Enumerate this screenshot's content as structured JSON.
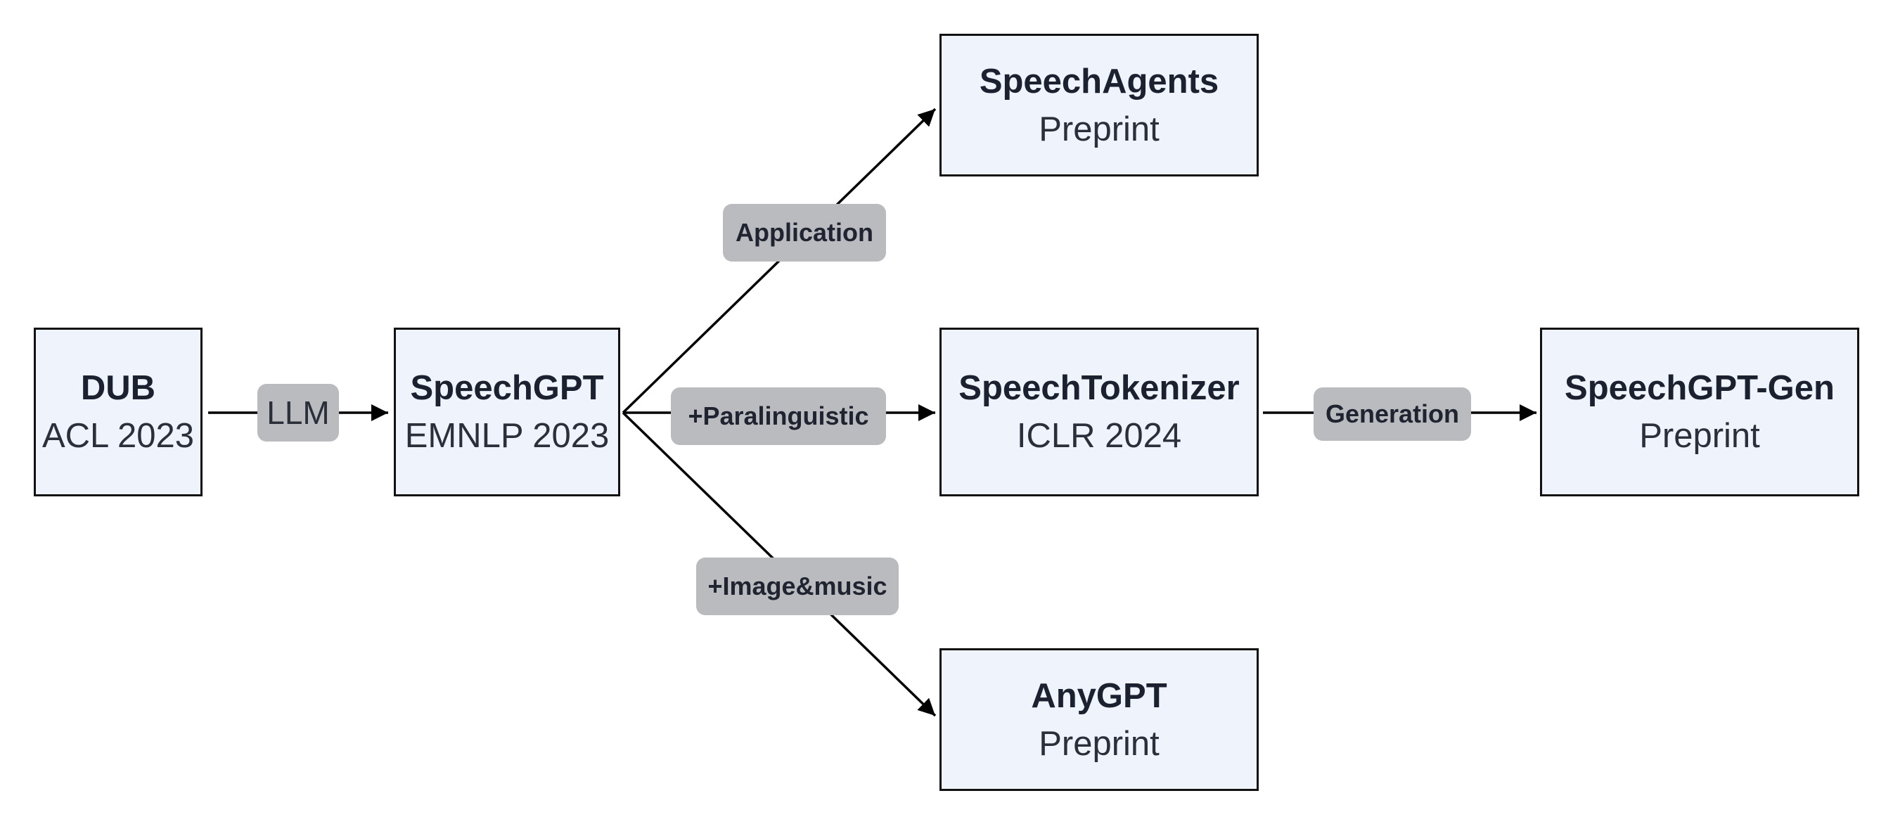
{
  "nodes": {
    "dub": {
      "title": "DUB",
      "venue": "ACL 2023"
    },
    "speechgpt": {
      "title": "SpeechGPT",
      "venue": "EMNLP 2023"
    },
    "speechagents": {
      "title": "SpeechAgents",
      "venue": "Preprint"
    },
    "speechtokenizer": {
      "title": "SpeechTokenizer",
      "venue": "ICLR 2024"
    },
    "anygpt": {
      "title": "AnyGPT",
      "venue": "Preprint"
    },
    "speechgpt_gen": {
      "title": "SpeechGPT-Gen",
      "venue": "Preprint"
    }
  },
  "edges": {
    "llm": "LLM",
    "application": "Application",
    "paralinguistic": "+Paralinguistic",
    "image_music": "+Image&music",
    "generation": "Generation"
  },
  "colors": {
    "node_fill": "#eef3fc",
    "node_border": "#111111",
    "tag_fill": "#b9bbbe",
    "arrow": "#000000"
  }
}
